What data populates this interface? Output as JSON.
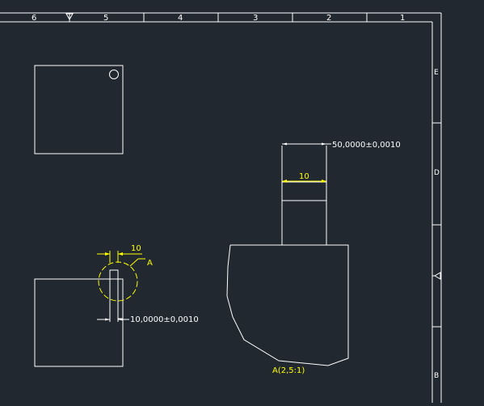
{
  "frame": {
    "top_zone_labels": [
      "6",
      "5",
      "4",
      "3",
      "2",
      "1"
    ],
    "right_zone_labels": [
      "E",
      "D",
      "B"
    ]
  },
  "drawing": {
    "dim_top_width": "10",
    "dim_top_tolerance": "50,0000±0,0010",
    "dim_left_width": "10",
    "dim_left_tolerance": "10,0000±0,0010",
    "detail_label": "A",
    "detail_callout": "A(2,5:1)"
  },
  "colors": {
    "background": "#212830",
    "geometry": "#ffffff",
    "dimension": "#ffff00"
  }
}
